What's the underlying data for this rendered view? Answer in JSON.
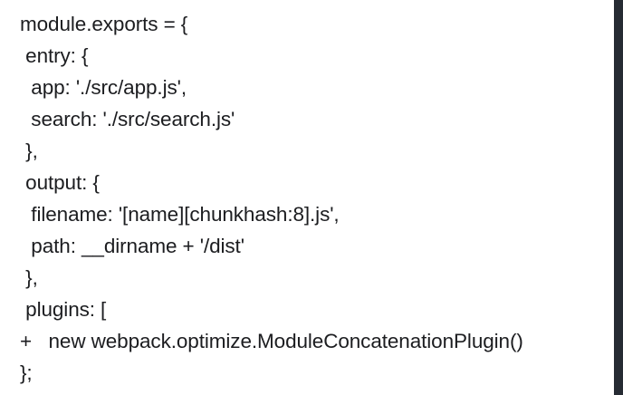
{
  "document": {
    "type": "code-snippet",
    "language": "javascript",
    "filename_context": "webpack.config.js",
    "background_color": "#ffffff",
    "text_color": "#1c1d20",
    "edge_bar_color": "#262b33"
  },
  "code": {
    "lines": [
      {
        "id": "line-1",
        "text": "module.exports = {",
        "indent": 0,
        "marker": "",
        "added": false
      },
      {
        "id": "line-2",
        "text": "entry: {",
        "indent": 1,
        "marker": "",
        "added": false
      },
      {
        "id": "line-3",
        "text": "app: './src/app.js',",
        "indent": 2,
        "marker": "",
        "added": false
      },
      {
        "id": "line-4",
        "text": "search: './src/search.js'",
        "indent": 2,
        "marker": "",
        "added": false
      },
      {
        "id": "line-5",
        "text": "},",
        "indent": 1,
        "marker": "",
        "added": false
      },
      {
        "id": "line-6",
        "text": "output: {",
        "indent": 1,
        "marker": "",
        "added": false
      },
      {
        "id": "line-7",
        "text": "filename: '[name][chunkhash:8].js',",
        "indent": 2,
        "marker": "",
        "added": false
      },
      {
        "id": "line-8",
        "text": "path: __dirname + '/dist'",
        "indent": 2,
        "marker": "",
        "added": false
      },
      {
        "id": "line-9",
        "text": "},",
        "indent": 1,
        "marker": "",
        "added": false
      },
      {
        "id": "line-10",
        "text": "plugins: [",
        "indent": 1,
        "marker": "",
        "added": false
      },
      {
        "id": "line-11",
        "text": "new webpack.optimize.ModuleConcatenationPlugin()",
        "indent": 1,
        "marker": "+",
        "added": true
      },
      {
        "id": "line-12",
        "text": "};",
        "indent": 0,
        "marker": "",
        "added": false
      }
    ]
  }
}
